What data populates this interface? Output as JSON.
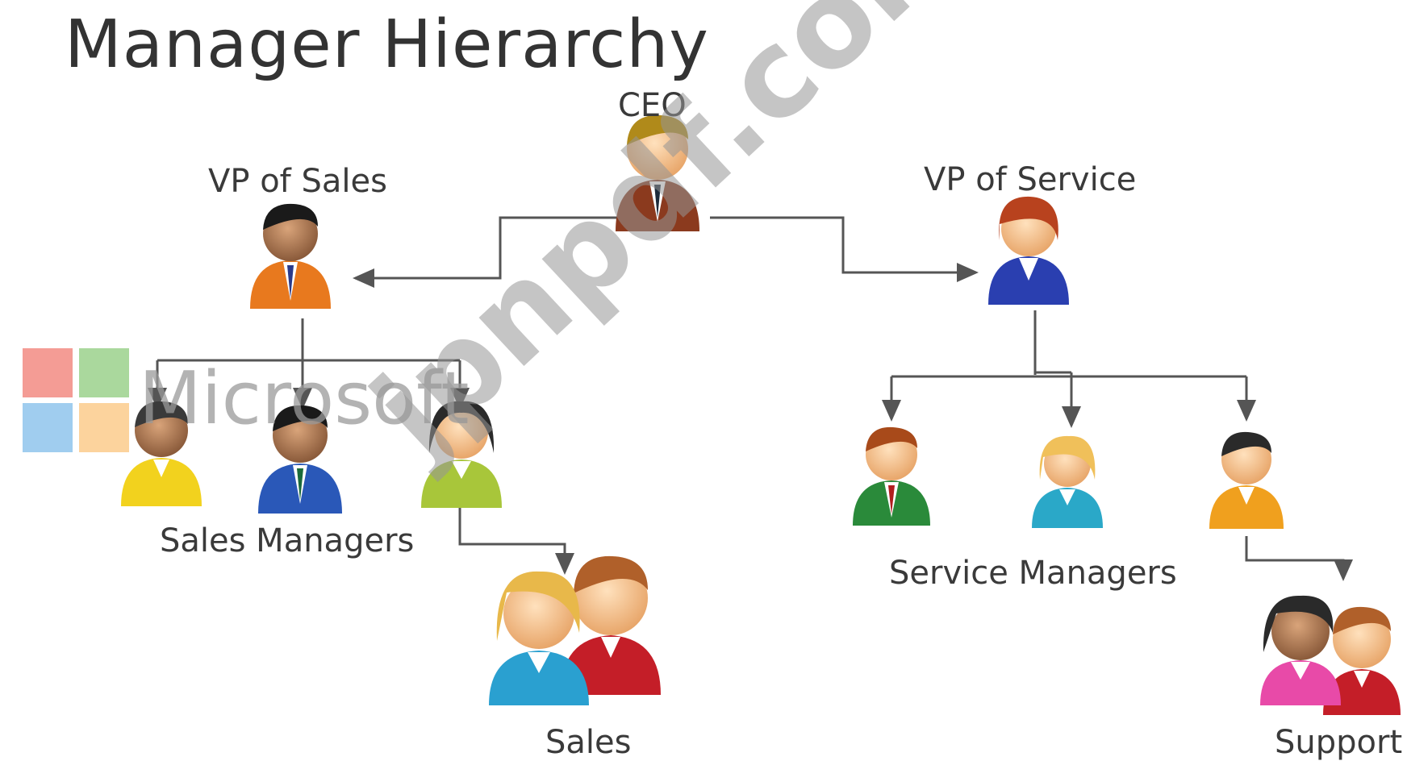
{
  "title": "Manager Hierarchy",
  "labels": {
    "ceo": "CEO",
    "vp_sales": "VP of Sales",
    "vp_service": "VP of Service",
    "sales_managers": "Sales Managers",
    "service_managers": "Service Managers",
    "sales": "Sales",
    "support": "Support"
  },
  "logo_text": "Microsoft",
  "watermark": "jpnpdf.com",
  "colors": {
    "connector": "#555555",
    "text": "#3a3a3a",
    "logo_red": "#f28b82",
    "logo_green": "#9bd18c",
    "logo_blue": "#8fc4ec",
    "logo_yellow": "#fbcb8c"
  }
}
